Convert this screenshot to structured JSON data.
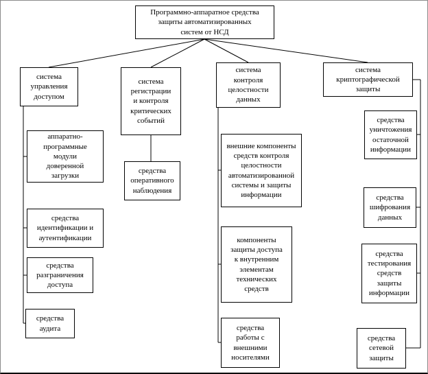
{
  "root": {
    "label": "Программно-аппаратное средства\nзащиты автоматизированных\nсистем от НСД"
  },
  "branches": [
    {
      "header": "система\nуправления\nдоступом",
      "children": [
        "аппаратно-\nпрограммные\nмодули\nдоверенной\nзагрузки",
        "средства\nидентификации и\nаутентификации",
        "средства\nразграничения\nдоступа",
        "средства\nаудита"
      ]
    },
    {
      "header": "система\nрегистрации\nи контроля\nкритических\nсобытий",
      "children": [
        "средства\nоперативного\nнаблюдения"
      ]
    },
    {
      "header": "система\nконтроля\nцелостности\nданных",
      "children": [
        "внешние компоненты\nсредств контроля\nцелостности\nавтоматизированной\nсистемы и защиты\nинформации",
        "компоненты\nзащиты доступа\nк внутренним\nэлементам\nтехнических\nсредств",
        "средства\nработы с\nвнешними\nносителями"
      ]
    },
    {
      "header": "система\nкриптографической\nзащиты",
      "children": [
        "средства\nуничтожения\nостаточной\nинформации",
        "средства\nшифрования\nданных",
        "средства\nтестирования\nсредств\nзащиты\nинформации",
        "средства\nсетевой\nзащиты"
      ]
    }
  ],
  "line_color": "#000000"
}
